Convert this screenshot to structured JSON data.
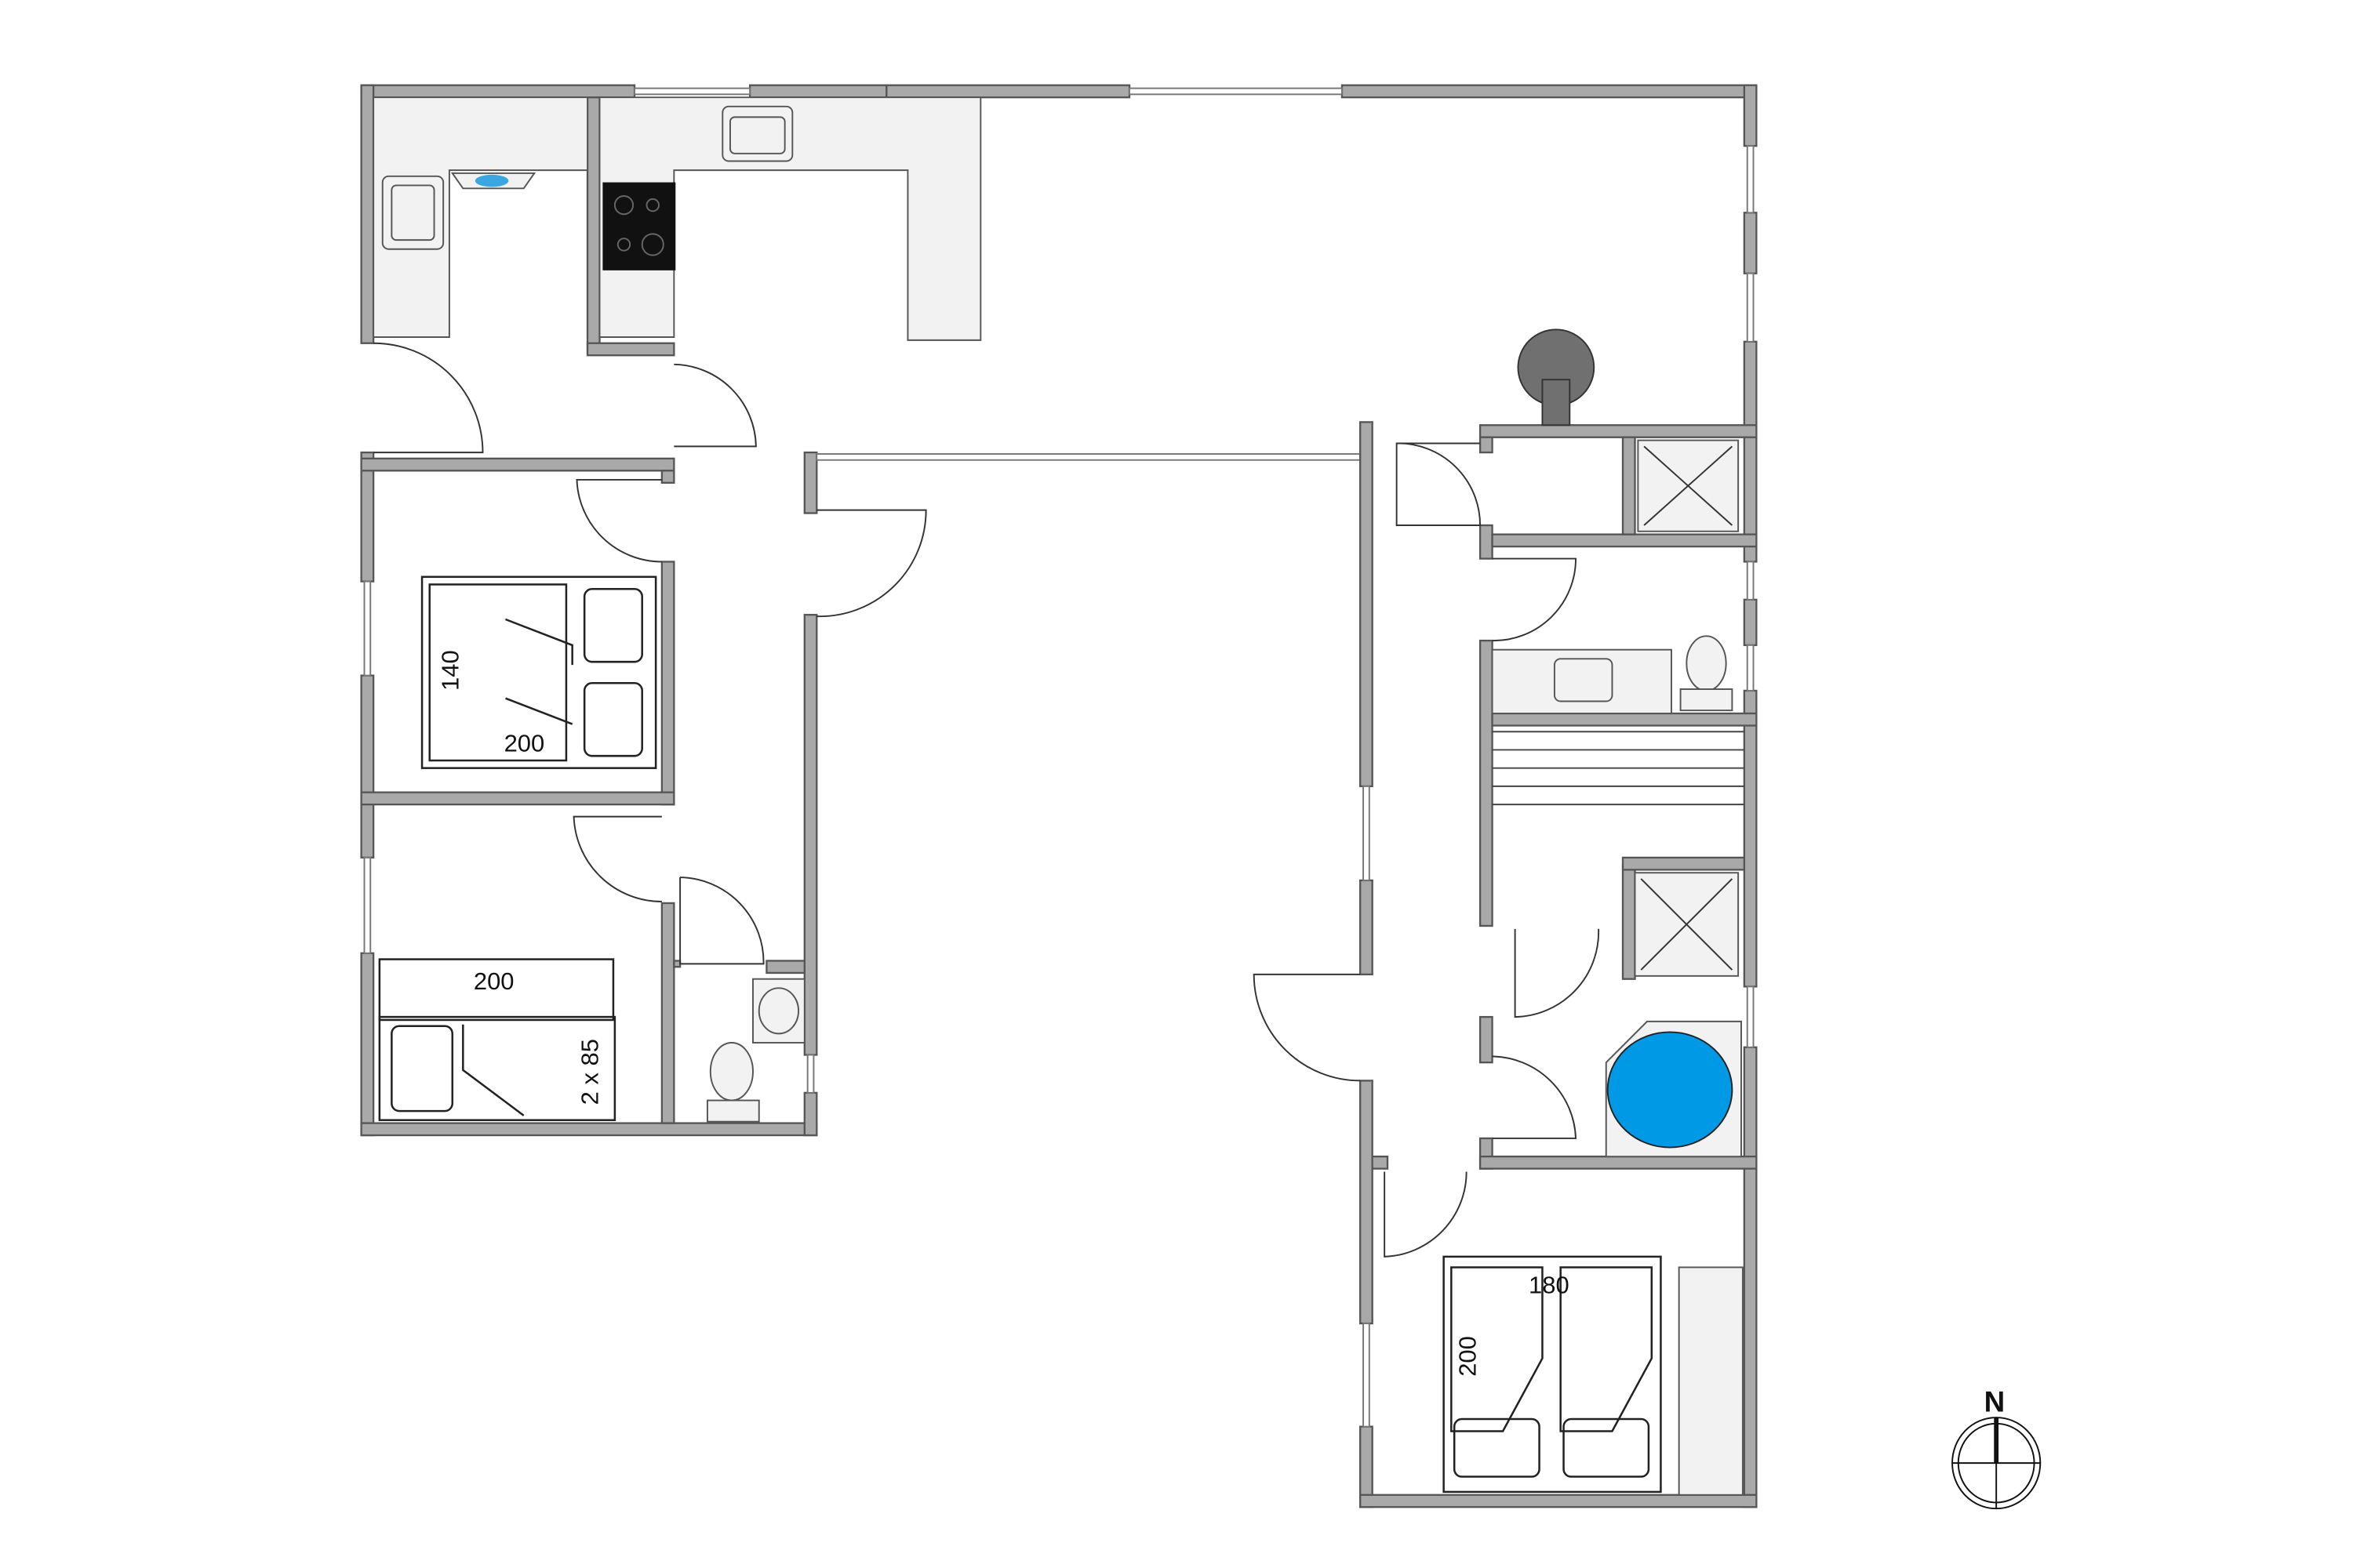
{
  "title": "Floor plan",
  "beds": {
    "bedroom1": {
      "width": "140",
      "length": "200"
    },
    "bedroom2": {
      "length": "200",
      "size": "2 x 85"
    },
    "bedroom3": {
      "width": "180",
      "length": "200"
    }
  },
  "compass": {
    "label": "N"
  },
  "colors": {
    "wall": "#a9a9a9",
    "counter": "#f2f2f2",
    "tub": "#0099e6",
    "stove": "#707070"
  }
}
